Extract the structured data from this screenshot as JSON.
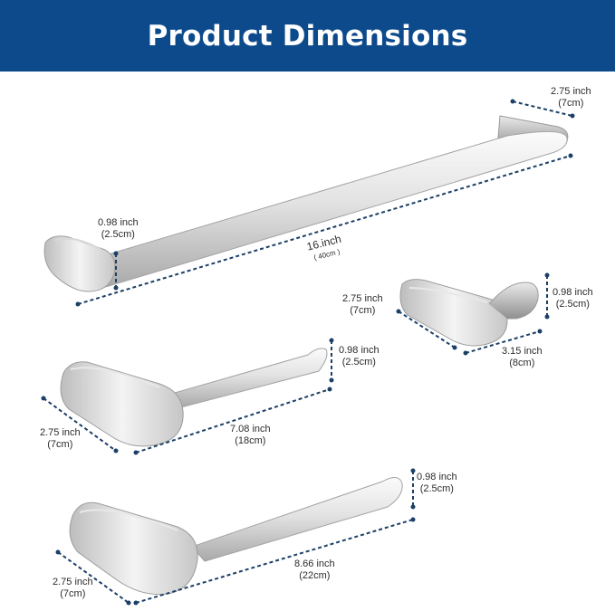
{
  "header": {
    "title": "Product Dimensions"
  },
  "colors": {
    "banner": "#0d4a8c",
    "dim_line": "#1b3f66",
    "metal_light": "#f2f2f2",
    "metal_mid": "#c9c9c9",
    "metal_dark": "#9a9a9a"
  },
  "towel_bar": {
    "depth": {
      "inch": "2.75 inch",
      "cm": "(7cm)"
    },
    "height": {
      "inch": "0.98 inch",
      "cm": "(2.5cm)"
    },
    "length": {
      "inch": "16.inch",
      "cm": "( 40cm )"
    }
  },
  "robe_hook": {
    "depth": {
      "inch": "2.75 inch",
      "cm": "(7cm)"
    },
    "height": {
      "inch": "0.98 inch",
      "cm": "(2.5cm)"
    },
    "length": {
      "inch": "3.15 inch",
      "cm": "(8cm)"
    }
  },
  "paper_holder": {
    "height": {
      "inch": "0.98 inch",
      "cm": "(2.5cm)"
    },
    "depth": {
      "inch": "2.75 inch",
      "cm": "(7cm)"
    },
    "length": {
      "inch": "7.08 inch",
      "cm": "(18cm)"
    }
  },
  "towel_ring": {
    "height": {
      "inch": "0.98 inch",
      "cm": "(2.5cm)"
    },
    "depth": {
      "inch": "2.75 inch",
      "cm": "(7cm)"
    },
    "length": {
      "inch": "8.66 inch",
      "cm": "(22cm)"
    }
  }
}
